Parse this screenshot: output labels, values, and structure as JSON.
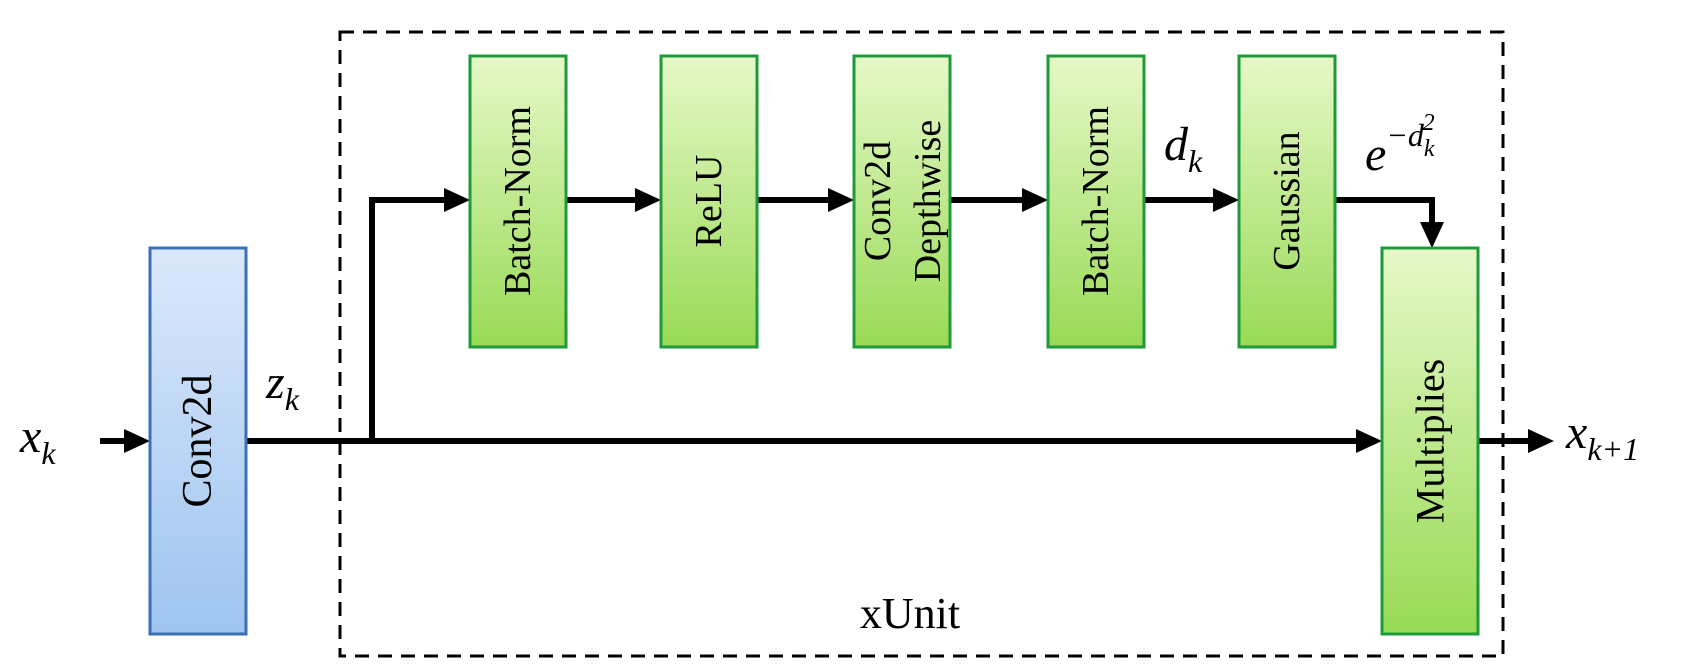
{
  "inputs": {
    "x_label": "x",
    "x_sub": "k",
    "z_label": "z",
    "z_sub": "k",
    "d_label": "d",
    "d_sub": "k",
    "e_base": "e",
    "e_exp": "−d",
    "e_exp_sub": "k",
    "e_exp_sup": "2",
    "out_label": "x",
    "out_sub": "k+1"
  },
  "blocks": {
    "conv2d": "Conv2d",
    "batchnorm1": "Batch-Norm",
    "relu": "ReLU",
    "depthwise_line1": "Conv2d",
    "depthwise_line2": "Depthwise",
    "batchnorm2": "Batch-Norm",
    "gaussian": "Gaussian",
    "multiplies": "Multiplies"
  },
  "group_label": "xUnit",
  "colors": {
    "blue_top": "#dbe8fb",
    "blue_bottom": "#9ec4ef",
    "blue_border": "#3b6fb6",
    "green_top": "#e6f8c8",
    "green_bottom": "#98da55",
    "green_border": "#1f9a3a",
    "arrow": "#000000"
  }
}
